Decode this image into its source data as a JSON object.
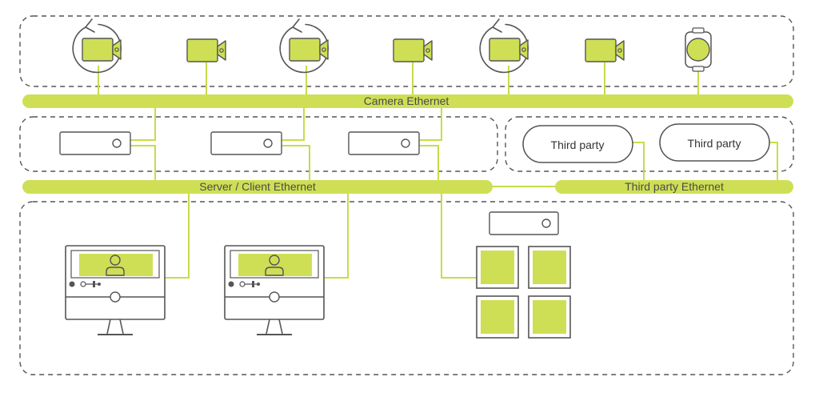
{
  "colors": {
    "accent": "#cfdf55",
    "line": "#c9db4a",
    "outline": "#555555",
    "dashed": "#555555"
  },
  "buses": {
    "camera": "Camera Ethernet",
    "server_client": "Server / Client Ethernet",
    "third_party": "Third party Ethernet"
  },
  "third_party_systems": [
    "Third party",
    "Third party"
  ],
  "cameras": [
    {
      "icon": "ptz-camera-icon"
    },
    {
      "icon": "fixed-camera-icon"
    },
    {
      "icon": "ptz-camera-icon"
    },
    {
      "icon": "fixed-camera-icon"
    },
    {
      "icon": "ptz-camera-icon"
    },
    {
      "icon": "fixed-camera-icon"
    },
    {
      "icon": "dome-camera-icon"
    }
  ],
  "servers": [
    {
      "icon": "server-icon"
    },
    {
      "icon": "server-icon"
    },
    {
      "icon": "server-icon"
    }
  ],
  "clients": [
    {
      "icon": "client-workstation-icon"
    },
    {
      "icon": "client-workstation-icon"
    }
  ],
  "video_wall": {
    "icon": "video-wall-icon",
    "screens": 4
  }
}
